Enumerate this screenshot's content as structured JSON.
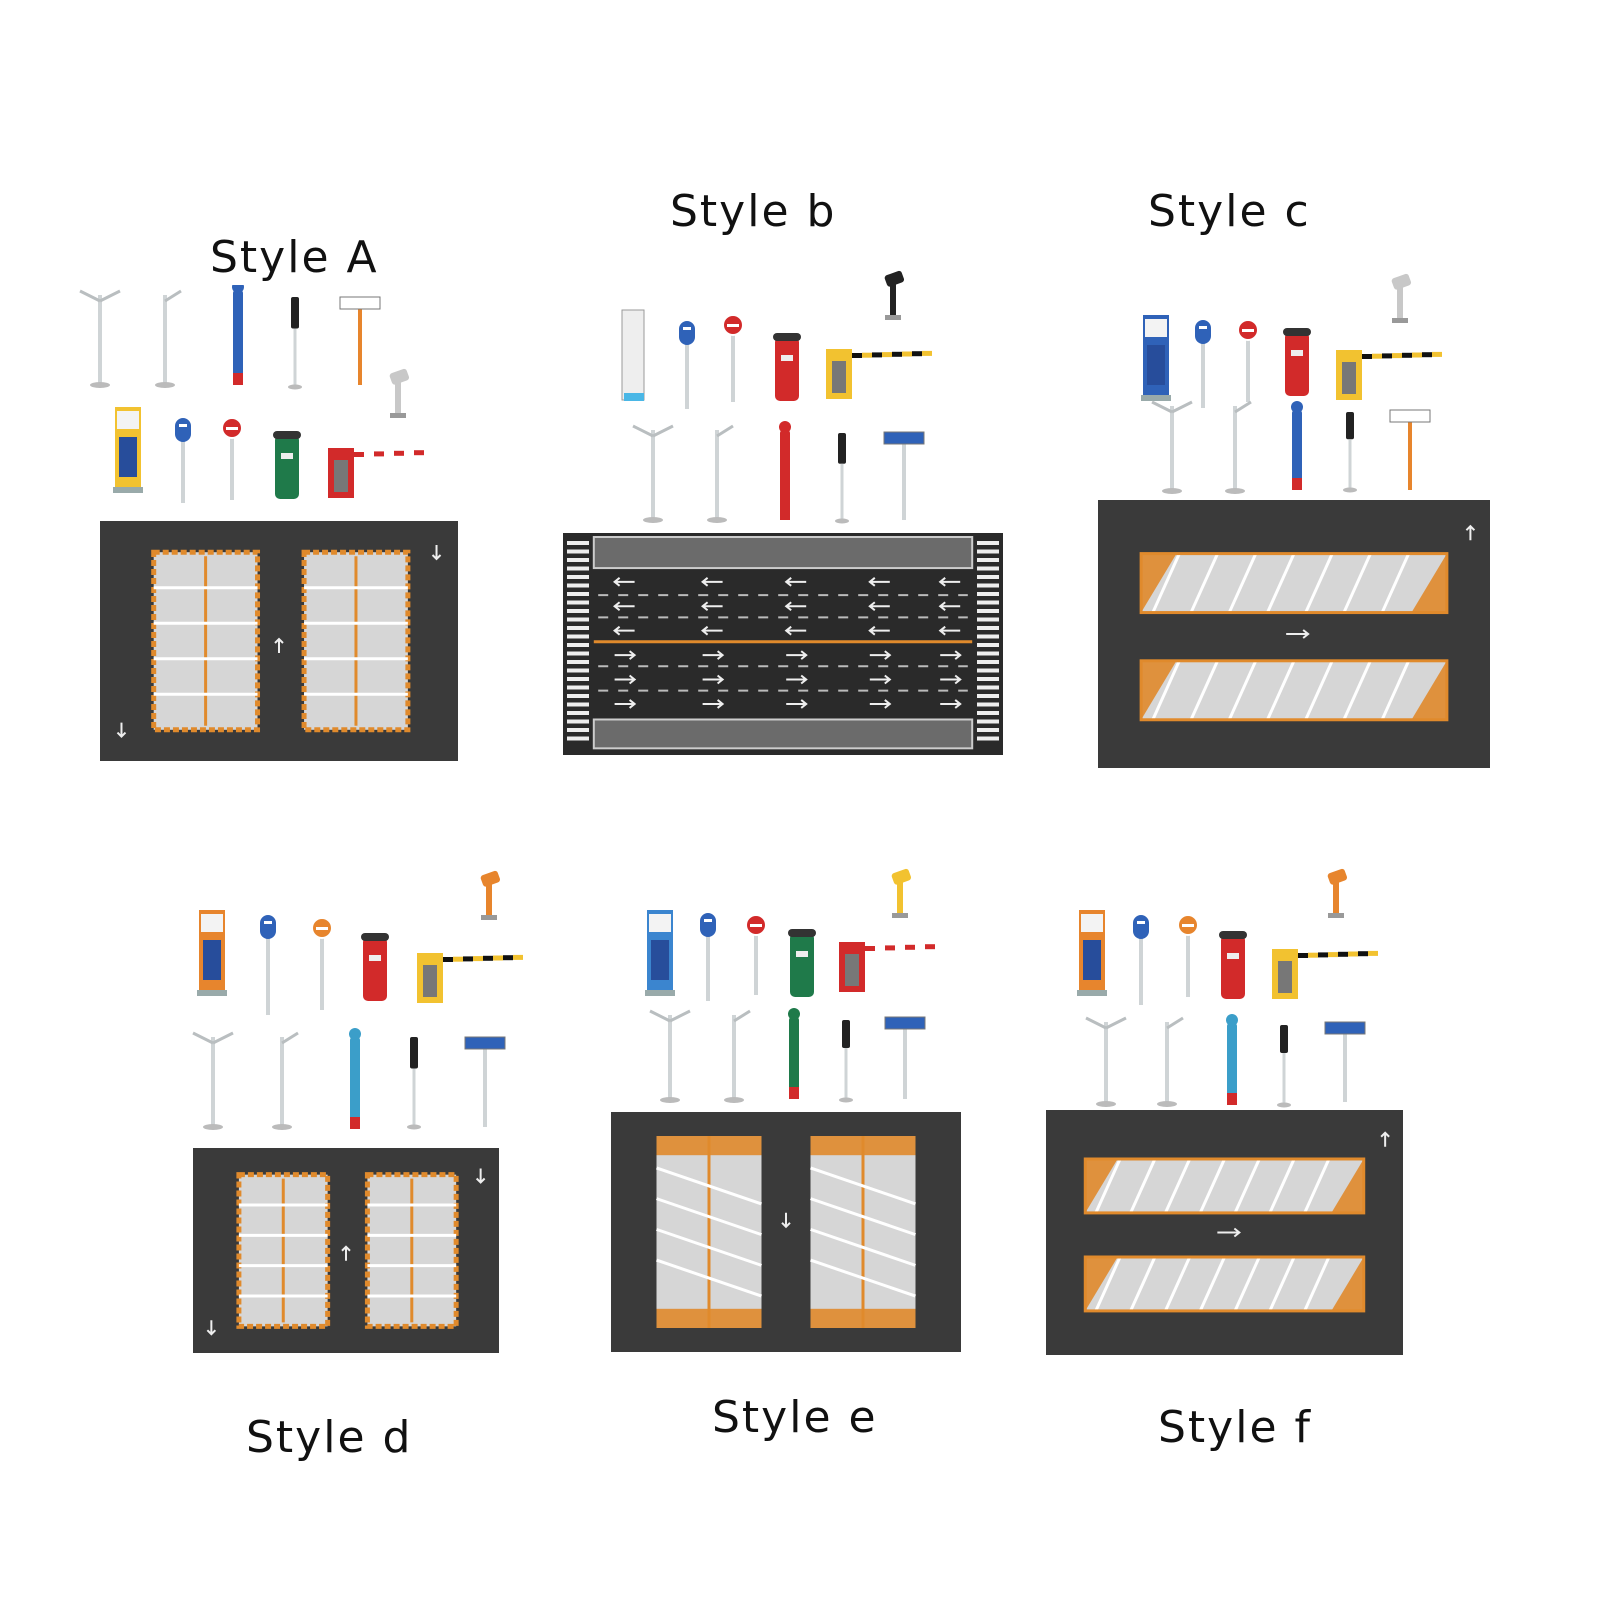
{
  "colors": {
    "mat": "#3a3a3a",
    "stall": "#d6d6d6",
    "hatch": "#e08a2c",
    "pole": "#cfd4d6",
    "blue": "#2f62b8",
    "red": "#d22a2a",
    "green": "#1f7a4a",
    "yellow": "#f2c230",
    "orange": "#e7852d"
  },
  "styles": [
    {
      "label": "Style A",
      "mat": "double-grid",
      "bin": "green",
      "barrier": "red",
      "camera": "grey"
    },
    {
      "label": "Style b",
      "mat": "road",
      "bin": "red",
      "barrier": "yellow",
      "camera": "black"
    },
    {
      "label": "Style c",
      "mat": "angled",
      "bin": "red",
      "barrier": "yellow",
      "camera": "grey"
    },
    {
      "label": "Style d",
      "mat": "double-grid",
      "bin": "red",
      "barrier": "yellow",
      "camera": "orange"
    },
    {
      "label": "Style e",
      "mat": "double-angled",
      "bin": "green",
      "barrier": "red",
      "camera": "yellow"
    },
    {
      "label": "Style f",
      "mat": "angled",
      "bin": "red",
      "barrier": "yellow",
      "camera": "orange"
    }
  ]
}
